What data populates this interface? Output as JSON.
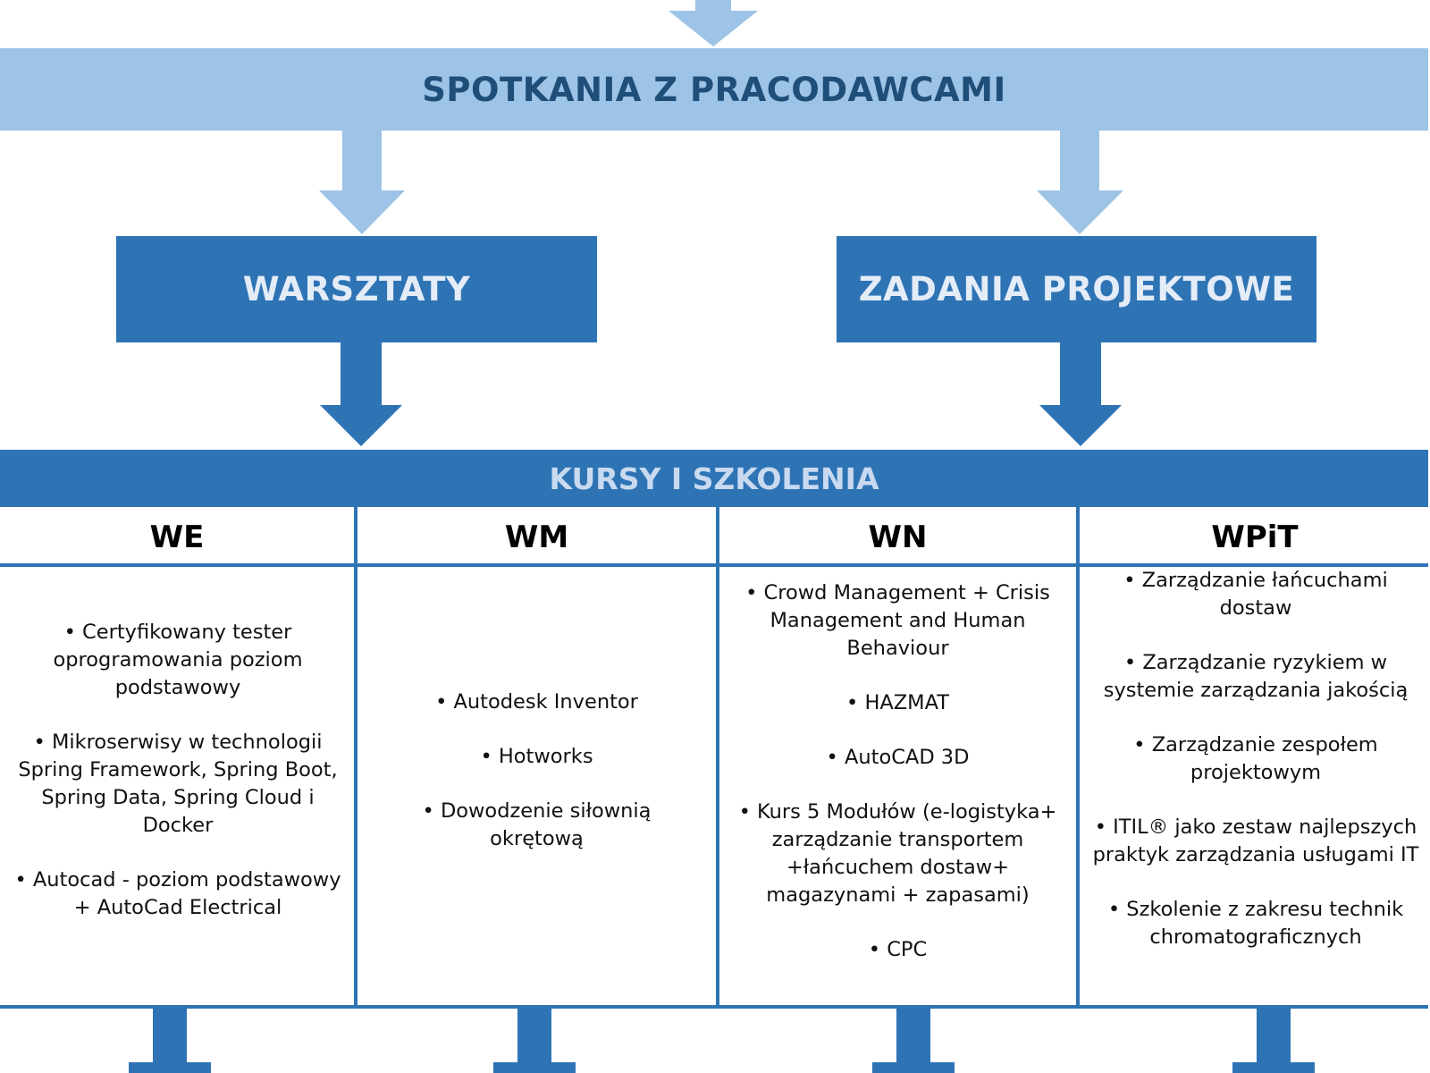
{
  "colors": {
    "light_blue": "#9dc3e6",
    "dark_blue": "#2e74b5",
    "light_text": "#c9daf0",
    "banner_text": "#1f4e79",
    "line": "#2e74b5"
  },
  "top_banner": {
    "label": "SPOTKANIA Z PRACODAWCAMI"
  },
  "boxes": {
    "left": {
      "label": "WARSZTATY"
    },
    "right": {
      "label": "ZADANIA PROJEKTOWE"
    }
  },
  "courses_bar": {
    "label": "KURSY I SZKOLENIA"
  },
  "columns": [
    {
      "header": "WE",
      "items": [
        "Certyfikowany tester oprogramowania poziom podstawowy",
        "Mikroserwisy w technologii Spring Framework, Spring Boot, Spring Data, Spring Cloud i Docker",
        "Autocad - poziom podstawowy + AutoCad Electrical"
      ]
    },
    {
      "header": "WM",
      "items": [
        "Autodesk Inventor",
        "Hotworks",
        "Dowodzenie siłownią okrętową"
      ]
    },
    {
      "header": "WN",
      "items": [
        "Crowd Management + Crisis Management and Human Behaviour",
        "HAZMAT",
        "AutoCAD 3D",
        "Kurs 5 Modułów (e-logistyka+ zarządzanie transportem +łańcuchem dostaw+ magazynami + zapasami)",
        "CPC"
      ]
    },
    {
      "header": "WPiT",
      "items": [
        "Zarządzanie łańcuchami dostaw",
        "Zarządzanie ryzykiem w systemie zarządzania jakością",
        "Zarządzanie zespołem projektowym",
        "ITIL® jako zestaw najlepszych praktyk zarządzania usługami IT",
        "Szkolenie z zakresu technik chromatograficznych"
      ]
    }
  ]
}
